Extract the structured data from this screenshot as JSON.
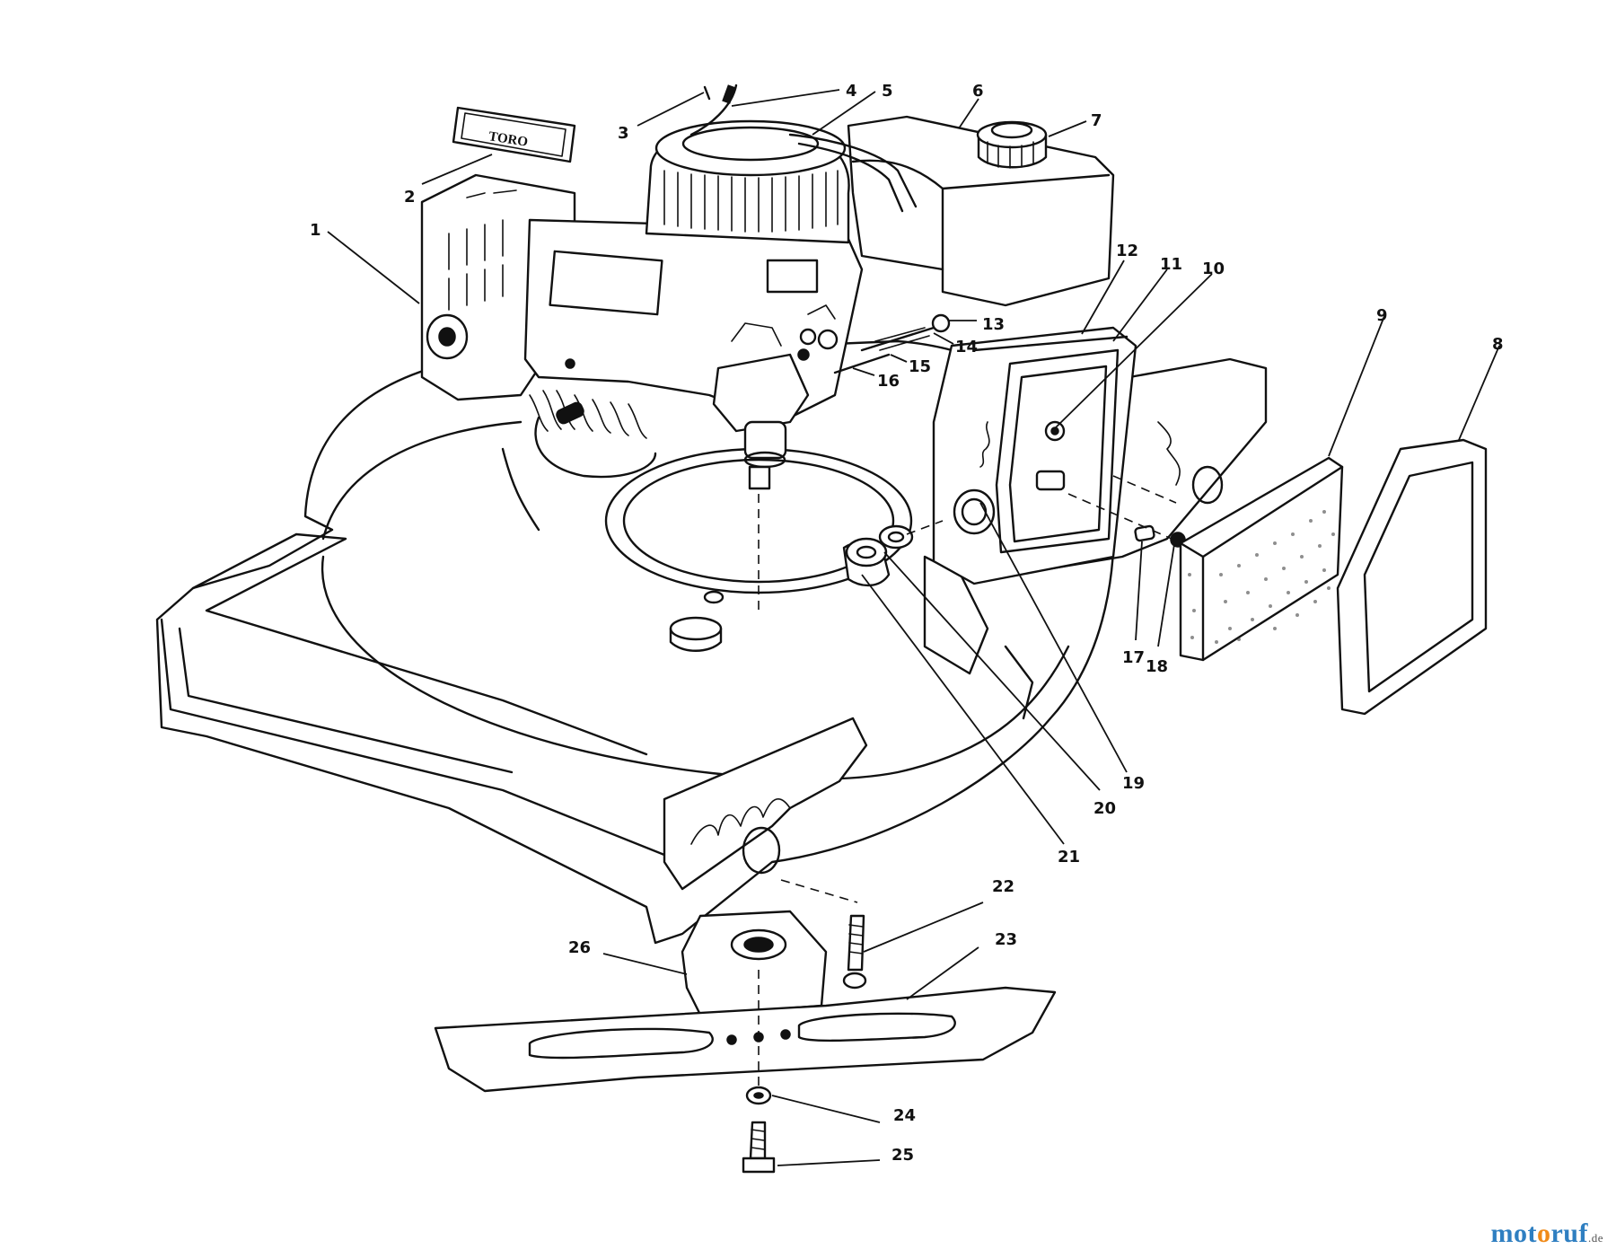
{
  "decal": {
    "text": "TORO"
  },
  "callouts": [
    {
      "id": "1",
      "text": "1"
    },
    {
      "id": "2",
      "text": "2"
    },
    {
      "id": "3",
      "text": "3"
    },
    {
      "id": "4",
      "text": "4"
    },
    {
      "id": "5",
      "text": "5"
    },
    {
      "id": "6",
      "text": "6"
    },
    {
      "id": "7",
      "text": "7"
    },
    {
      "id": "8",
      "text": "8"
    },
    {
      "id": "9",
      "text": "9"
    },
    {
      "id": "10",
      "text": "10"
    },
    {
      "id": "11",
      "text": "11"
    },
    {
      "id": "12",
      "text": "12"
    },
    {
      "id": "13",
      "text": "13"
    },
    {
      "id": "14",
      "text": "14"
    },
    {
      "id": "15",
      "text": "15"
    },
    {
      "id": "16",
      "text": "16"
    },
    {
      "id": "17",
      "text": "17"
    },
    {
      "id": "18",
      "text": "18"
    },
    {
      "id": "19",
      "text": "19"
    },
    {
      "id": "20",
      "text": "20"
    },
    {
      "id": "21",
      "text": "21"
    },
    {
      "id": "22",
      "text": "22"
    },
    {
      "id": "23",
      "text": "23"
    },
    {
      "id": "24",
      "text": "24"
    },
    {
      "id": "25",
      "text": "25"
    },
    {
      "id": "26",
      "text": "26"
    }
  ],
  "watermark": {
    "brand_a": "mot",
    "brand_b": "o",
    "brand_c": "ruf",
    "tld": ".de"
  }
}
